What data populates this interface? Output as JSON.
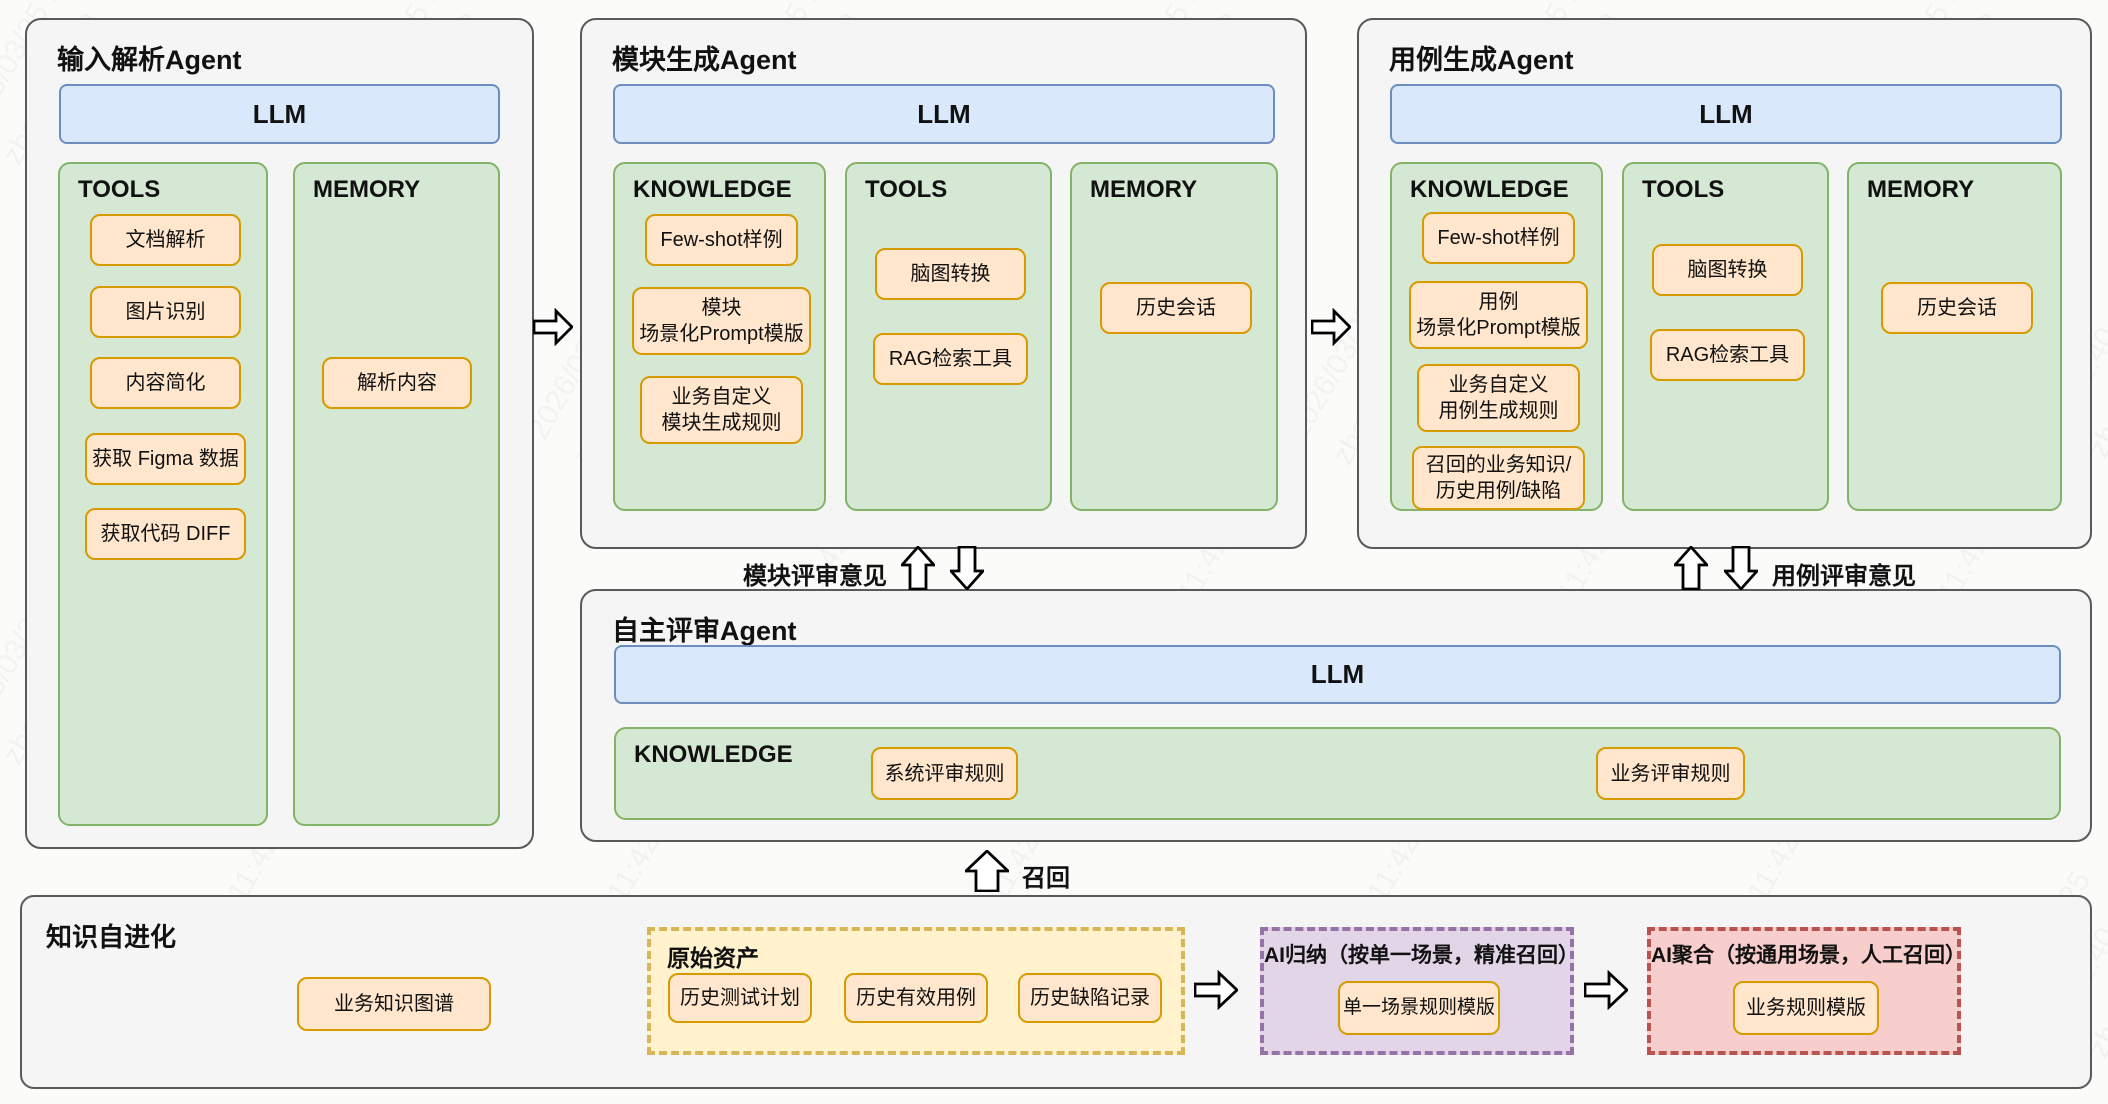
{
  "watermark": {
    "text": "2026/03/25 11:42:40\nzhangziyu08"
  },
  "colors": {
    "blue_fill": "#dae8fc",
    "blue_stroke": "#6c8ebf",
    "green_fill": "#d5e8d4",
    "green_stroke": "#82b366",
    "orange_fill": "#ffe6cc",
    "orange_stroke": "#d79b00",
    "yellow_fill": "#fff2cc",
    "yellow_stroke": "#d6b656",
    "purple_fill": "#e1d5e7",
    "purple_stroke": "#9673a6",
    "red_fill": "#f8cecc",
    "red_stroke": "#b85450",
    "box_fill": "#f5f5f5",
    "box_stroke": "#595959"
  },
  "agents": {
    "input": {
      "title": "输入解析Agent",
      "llm": "LLM",
      "tools_header": "TOOLS",
      "memory_header": "MEMORY",
      "tools": [
        "文档解析",
        "图片识别",
        "内容简化",
        "获取 Figma 数据",
        "获取代码 DIFF"
      ],
      "memory": [
        "解析内容"
      ]
    },
    "module": {
      "title": "模块生成Agent",
      "llm": "LLM",
      "knowledge_header": "KNOWLEDGE",
      "tools_header": "TOOLS",
      "memory_header": "MEMORY",
      "knowledge": [
        "Few-shot样例",
        "模块\n场景化Prompt模版",
        "业务自定义\n模块生成规则"
      ],
      "tools": [
        "脑图转换",
        "RAG检索工具"
      ],
      "memory": [
        "历史会话"
      ]
    },
    "usecase": {
      "title": "用例生成Agent",
      "llm": "LLM",
      "knowledge_header": "KNOWLEDGE",
      "tools_header": "TOOLS",
      "memory_header": "MEMORY",
      "knowledge": [
        "Few-shot样例",
        "用例\n场景化Prompt模版",
        "业务自定义\n用例生成规则",
        "召回的业务知识/\n历史用例/缺陷"
      ],
      "tools": [
        "脑图转换",
        "RAG检索工具"
      ],
      "memory": [
        "历史会话"
      ]
    },
    "review": {
      "title": "自主评审Agent",
      "llm": "LLM",
      "knowledge_header": "KNOWLEDGE",
      "knowledge": [
        "系统评审规则",
        "业务评审规则"
      ]
    }
  },
  "arrow_labels": {
    "module_review": "模块评审意见",
    "usecase_review": "用例评审意见",
    "recall": "召回"
  },
  "evolution": {
    "title": "知识自进化",
    "knowledge_graph": "业务知识图谱",
    "raw_assets": {
      "title": "原始资产",
      "items": [
        "历史测试计划",
        "历史有效用例",
        "历史缺陷记录"
      ]
    },
    "ai_induction": {
      "title": "AI归纳（按单一场景，精准召回）",
      "item": "单一场景规则模版"
    },
    "ai_aggregation": {
      "title": "AI聚合（按通用场景，人工召回）",
      "item": "业务规则模版"
    }
  }
}
